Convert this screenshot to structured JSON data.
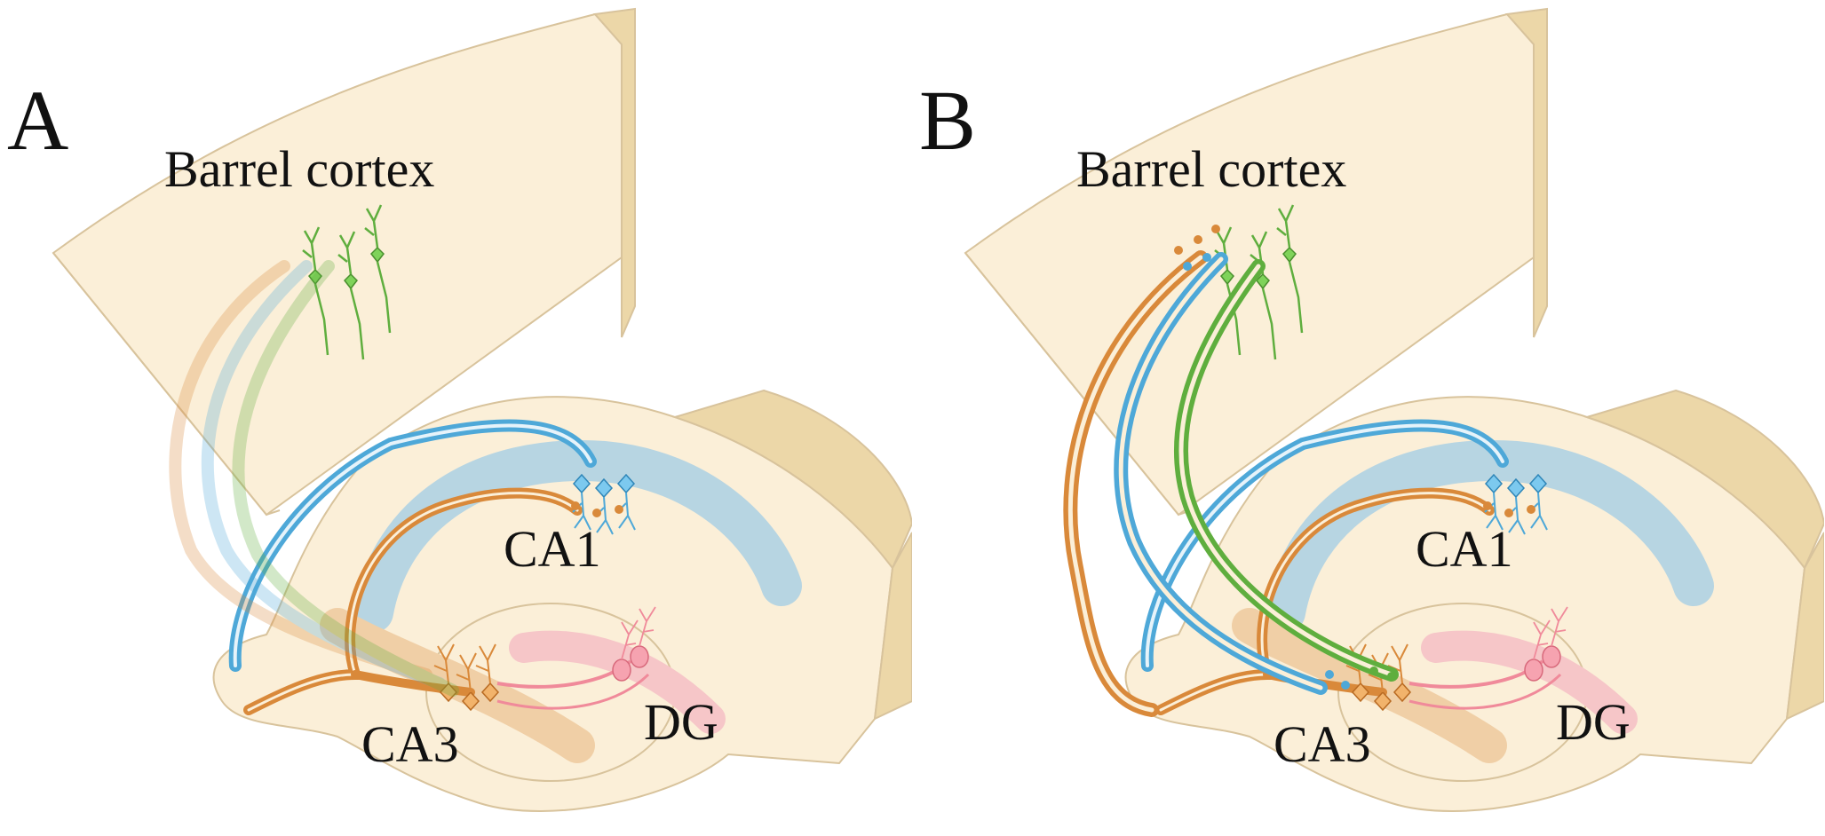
{
  "panels": [
    {
      "letter": "A",
      "labels": {
        "barrel_cortex": "Barrel cortex",
        "ca1": "CA1",
        "ca3": "CA3",
        "dg": "DG"
      },
      "pathways_active": false
    },
    {
      "letter": "B",
      "labels": {
        "barrel_cortex": "Barrel cortex",
        "ca1": "CA1",
        "ca3": "CA3",
        "dg": "DG"
      },
      "pathways_active": true
    }
  ],
  "colors": {
    "tissue": "#fbefd8",
    "tissue_side": "#ecd7a8",
    "tissue_edge": "#d8c39c",
    "ca1_band": "#b7d5e2",
    "ca3_band": "#f0cfa6",
    "dg_band": "#f6c6c8",
    "green_neuron": "#5fae3e",
    "blue_neuron": "#4ea8d8",
    "orange_neuron": "#d9893a",
    "pink_neuron": "#f08a9a"
  }
}
